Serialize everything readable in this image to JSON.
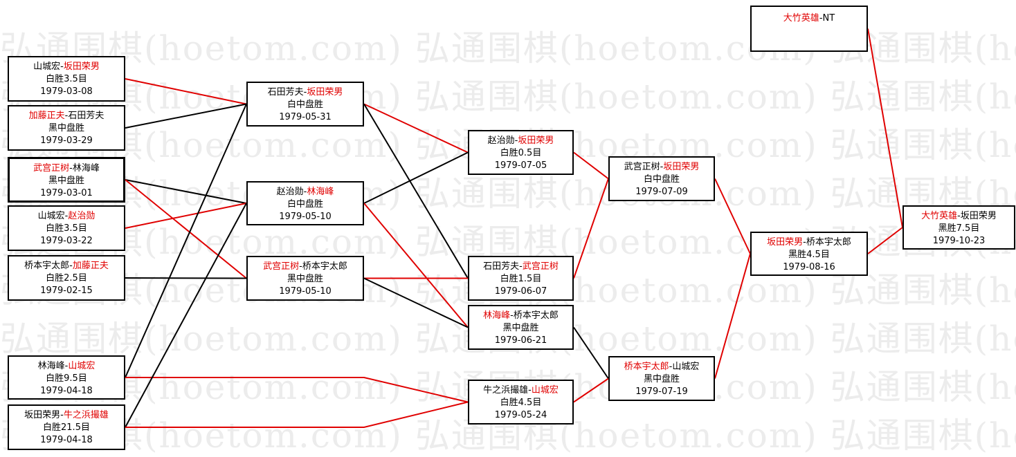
{
  "watermark": "弘通围棋(hoetom.com) 弘通围棋(hoetom.com) 弘通围棋(hoetom.com)",
  "colors": {
    "winner": "#e00000",
    "line_win": "#e00000",
    "line_loss": "#000000"
  },
  "separator": "-",
  "matches": [
    {
      "id": "A",
      "p1": "山城宏",
      "p2": "坂田荣男",
      "winner": 2,
      "result": "白胜3.5目",
      "date": "1979-03-08"
    },
    {
      "id": "B",
      "p1": "加藤正夫",
      "p2": "石田芳夫",
      "winner": 1,
      "result": "黑中盘胜",
      "date": "1979-03-29"
    },
    {
      "id": "C",
      "p1": "武宫正树",
      "p2": "林海峰",
      "winner": 1,
      "result": "黑中盘胜",
      "date": "1979-03-01"
    },
    {
      "id": "D",
      "p1": "山城宏",
      "p2": "赵治勋",
      "winner": 2,
      "result": "白胜3.5目",
      "date": "1979-03-22"
    },
    {
      "id": "E",
      "p1": "桥本宇太郎",
      "p2": "加藤正夫",
      "winner": 2,
      "result": "白胜2.5目",
      "date": "1979-02-15"
    },
    {
      "id": "F",
      "p1": "林海峰",
      "p2": "山城宏",
      "winner": 2,
      "result": "白胜9.5目",
      "date": "1979-04-18"
    },
    {
      "id": "G",
      "p1": "坂田荣男",
      "p2": "牛之浜撮雄",
      "winner": 2,
      "result": "白胜21.5目",
      "date": "1979-04-18"
    },
    {
      "id": "H",
      "p1": "石田芳夫",
      "p2": "坂田荣男",
      "winner": 2,
      "result": "白中盘胜",
      "date": "1979-05-31"
    },
    {
      "id": "I",
      "p1": "赵治勋",
      "p2": "林海峰",
      "winner": 2,
      "result": "白中盘胜",
      "date": "1979-05-10"
    },
    {
      "id": "J",
      "p1": "武宫正树",
      "p2": "桥本宇太郎",
      "winner": 1,
      "result": "黑中盘胜",
      "date": "1979-05-10"
    },
    {
      "id": "K",
      "p1": "赵治勋",
      "p2": "坂田荣男",
      "winner": 2,
      "result": "白胜0.5目",
      "date": "1979-07-05"
    },
    {
      "id": "L",
      "p1": "石田芳夫",
      "p2": "武宫正树",
      "winner": 2,
      "result": "白胜1.5目",
      "date": "1979-06-07"
    },
    {
      "id": "M",
      "p1": "林海峰",
      "p2": "桥本宇太郎",
      "winner": 1,
      "result": "黑中盘胜",
      "date": "1979-06-21"
    },
    {
      "id": "N",
      "p1": "牛之浜撮雄",
      "p2": "山城宏",
      "winner": 2,
      "result": "白胜4.5目",
      "date": "1979-05-24"
    },
    {
      "id": "O",
      "p1": "武宫正树",
      "p2": "坂田荣男",
      "winner": 2,
      "result": "白中盘胜",
      "date": "1979-07-09"
    },
    {
      "id": "P",
      "p1": "桥本宇太郎",
      "p2": "山城宏",
      "winner": 1,
      "result": "黑中盘胜",
      "date": "1979-07-19"
    },
    {
      "id": "Q",
      "p1": "坂田荣男",
      "p2": "桥本宇太郎",
      "winner": 1,
      "result": "黑胜4.5目",
      "date": "1979-08-16"
    },
    {
      "id": "T",
      "p1": "大竹英雄",
      "p2": "NT",
      "winner": 1,
      "result": "",
      "date": ""
    },
    {
      "id": "Z",
      "p1": "大竹英雄",
      "p2": "坂田荣男",
      "winner": 1,
      "result": "黑胜7.5目",
      "date": "1979-10-23"
    }
  ]
}
